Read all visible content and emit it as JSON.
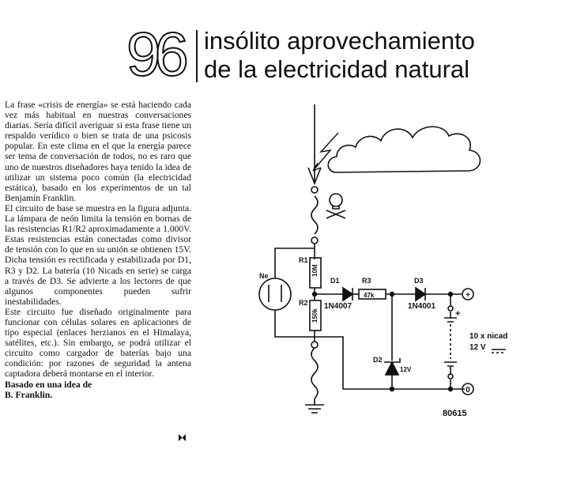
{
  "header": {
    "number": "96",
    "title_line1": "insólito aprovechamiento",
    "title_line2": "de la electricidad natural"
  },
  "article": {
    "paragraph1": "La frase «crisis de energía» se está haciendo cada vez más habitual en nuestras conversaciones diarias. Sería difícil averiguar si esta frase tiene un respaldo verídico o bien se trata de una psicosis popular. En este clima en el que la energía parece ser tema de conversación de todos, no es raro que uno de nuestros diseñadores haya tenido la idea de utilizar un sistema poco común (la electricidad estática), basado en los experimentos de un tal Benjamín Franklin.",
    "paragraph2": "El circuito de base se muestra en la figura adjunta. La lámpara de neón limita la tensión en bornas de las resistencias R1/R2 aproximadamente a 1.000V. Estas resistencias están conectadas como divisor de tensión con lo que en su unión se obtienen 15V. Dicha tensión es rectificada y estabilizada por D1, R3 y D2. La batería (10 Nicads en serie) se carga a través de D3. Se advierte a los lectores de que algunos componentes pueden sufrir inestabilidades.",
    "paragraph3": "Este circuito fue diseñado originalmente para funcionar con células solares en aplicaciones de tipo especial (enlaces herzianos en el Himalaya, satélites, etc.). Sin embargo, se podrá utilizar el circuito como cargador de baterías bajo una condición: por razones de seguridad la antena captadora deberá montarse en el interior.",
    "credit_line1": "Basado en una idea de",
    "credit_line2": "B. Franklin."
  },
  "circuit": {
    "ne_label": "Ne",
    "r1_label": "R1",
    "r1_value": "10M",
    "r2_label": "R2",
    "r2_value": "150k",
    "d1_label": "D1",
    "d1_part": "1N4007",
    "r3_label": "R3",
    "r3_value": "47k",
    "d3_label": "D3",
    "d3_part": "1N4001",
    "d2_label": "D2",
    "d2_voltage": "12V",
    "battery_line1": "10 x nicad",
    "battery_line2": "12 V",
    "plus_sign": "+",
    "output_plus": "+",
    "output_zero": "0",
    "figure_number": "80615"
  }
}
